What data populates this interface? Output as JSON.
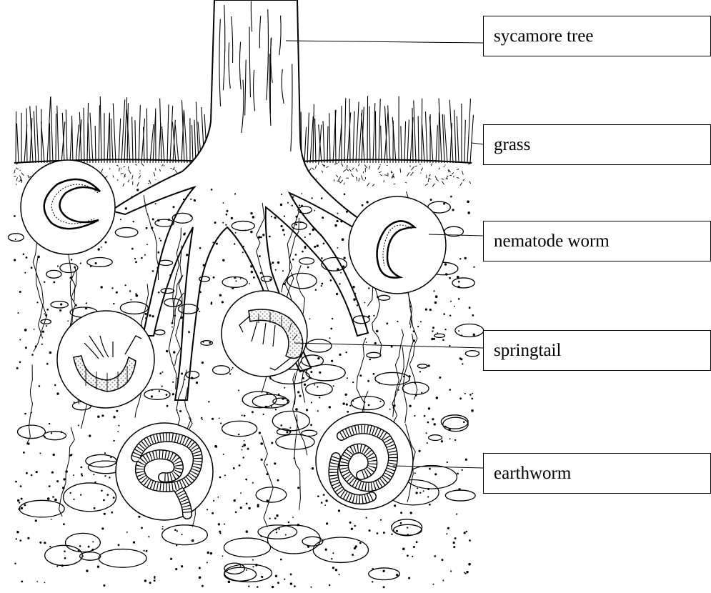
{
  "labels": {
    "sycamore_tree": "sycamore tree",
    "grass": "grass",
    "nematode_worm": "nematode worm",
    "springtail": "springtail",
    "earthworm": "earthworm"
  },
  "colors": {
    "ink": "#000000",
    "background": "#ffffff",
    "stipple": "#bdbdbd"
  }
}
